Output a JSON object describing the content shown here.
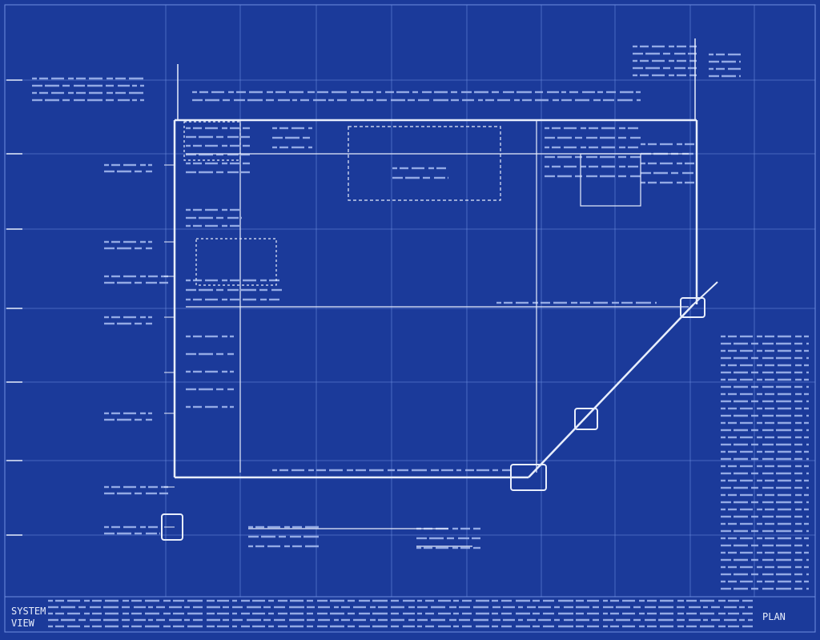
{
  "colors": {
    "background": "#1b3a9a",
    "grid": "#6f8fe0",
    "line": "#e8eefc",
    "faint": "#a9bdf2"
  },
  "drawing": {
    "title_line_1": "",
    "title_line_2": "",
    "middle_label_upper": "",
    "middle_label_lower": ""
  },
  "title_block": {
    "left_line_1": "SYSTEM",
    "left_line_2": "VIEW",
    "right_label": "PLAN"
  }
}
